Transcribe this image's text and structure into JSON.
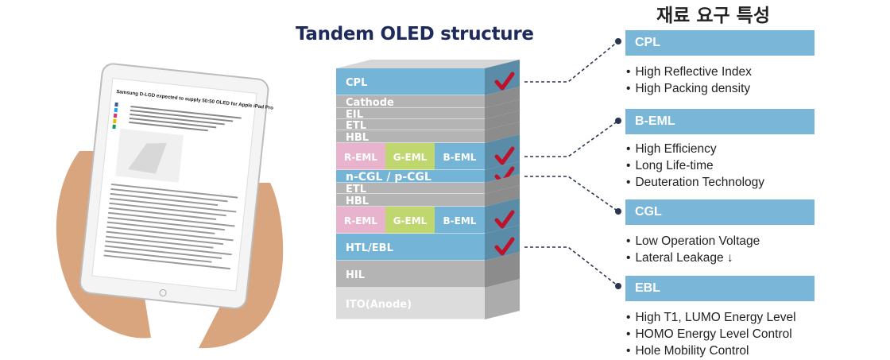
{
  "title": "Tandem OLED structure",
  "properties_header": "재료 요구 특성",
  "layers": [
    {
      "id": "cpl",
      "label": "CPL",
      "color": "#74b4d6",
      "check": true
    },
    {
      "id": "cathode",
      "label": "Cathode",
      "color": "#b4b4b4",
      "check": false
    },
    {
      "id": "eil",
      "label": "EIL",
      "color": "#b4b4b4",
      "check": false
    },
    {
      "id": "etl1",
      "label": "ETL",
      "color": "#b4b4b4",
      "check": false
    },
    {
      "id": "hbl1",
      "label": "HBL",
      "color": "#b4b4b4",
      "check": false
    },
    {
      "id": "eml1",
      "segments": [
        "R-EML",
        "G-EML",
        "B-EML"
      ],
      "colors": [
        "#e8b3cd",
        "#bfd76e",
        "#74b4d6"
      ],
      "check": true
    },
    {
      "id": "cgl",
      "label": "n-CGL / p-CGL",
      "color": "#74b4d6",
      "check": true
    },
    {
      "id": "etl2",
      "label": "ETL",
      "color": "#b4b4b4",
      "check": false
    },
    {
      "id": "hbl2",
      "label": "HBL",
      "color": "#b4b4b4",
      "check": false
    },
    {
      "id": "eml2",
      "segments": [
        "R-EML",
        "G-EML",
        "B-EML"
      ],
      "colors": [
        "#e8b3cd",
        "#bfd76e",
        "#74b4d6"
      ],
      "check": true
    },
    {
      "id": "htl",
      "label": "HTL/EBL",
      "color": "#74b4d6",
      "check": true
    },
    {
      "id": "hil",
      "label": "HIL",
      "color": "#b4b4b4",
      "check": false
    },
    {
      "id": "ito",
      "label": "ITO(Anode)",
      "color": "#dcdcdc",
      "check": false
    }
  ],
  "properties": [
    {
      "name": "CPL",
      "items": [
        "High Reflective Index",
        "High Packing density"
      ]
    },
    {
      "name": "B-EML",
      "items": [
        "High Efficiency",
        "Long Life-time",
        "Deuteration Technology"
      ]
    },
    {
      "name": "CGL",
      "items": [
        "Low Operation Voltage",
        "Lateral Leakage ↓"
      ]
    },
    {
      "name": "EBL",
      "items": [
        "High T1, LUMO Energy Level",
        "HOMO Energy Level Control",
        "Hole Mobility Control"
      ]
    }
  ],
  "tablet": {
    "article_headline": "Samsung D-LGD expected to supply 50:50 OLED for Apple iPad Pro"
  },
  "colors": {
    "title": "#1f2a5c",
    "blue_box": "#79b6d7",
    "check": "#c0102a",
    "connector": "#2b3550"
  }
}
